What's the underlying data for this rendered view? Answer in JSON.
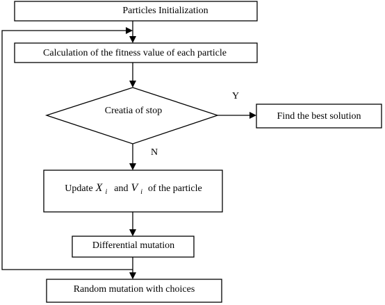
{
  "flowchart": {
    "nodes": {
      "init": "Particles Initialization",
      "fitness": "Calculation of the fitness value of each particle",
      "criteria": "Creatia of stop",
      "best": "Find the best solution",
      "update": {
        "prefix": "Update",
        "var_x": "X",
        "sub_x": "i",
        "mid": "and",
        "var_v": "V",
        "sub_v": "i",
        "suffix": "of the particle"
      },
      "diff_mutation": "Differential mutation",
      "random_mutation": "Random mutation with choices"
    },
    "edge_labels": {
      "yes": "Y",
      "no": "N"
    }
  }
}
